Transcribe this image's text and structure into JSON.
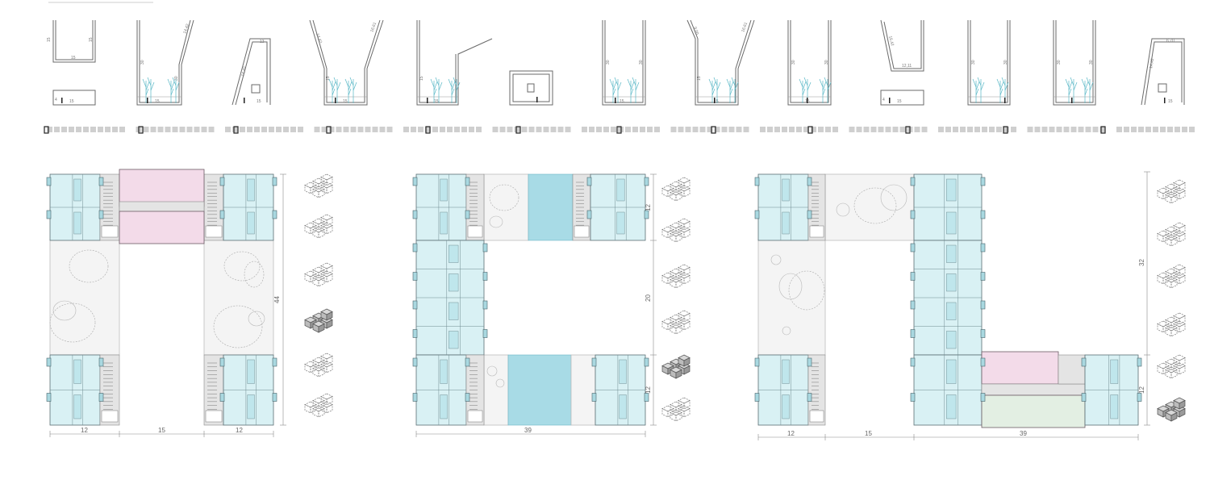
{
  "sections": {
    "labels": [
      [
        "15",
        "15",
        "15",
        "4",
        "15"
      ],
      [
        "30",
        "14,42",
        "15",
        "30"
      ],
      [
        "13",
        "14,42",
        "15"
      ],
      [
        "14,42",
        "16,61",
        "15",
        "15"
      ],
      [
        "15",
        "15"
      ],
      [],
      [
        "30",
        "30",
        "15"
      ],
      [
        "9,00",
        "16,61",
        "15",
        "15"
      ],
      [
        "30",
        "30",
        "15"
      ],
      [
        "16,42",
        "12,11",
        "15",
        "4"
      ],
      [
        "30",
        "30"
      ],
      [
        "30",
        "30"
      ],
      [
        "6,70",
        "14,42",
        "15"
      ]
    ]
  },
  "plans": [
    {
      "dims_bottom": [
        "12",
        "15",
        "12"
      ],
      "dims_right": [
        "44"
      ]
    },
    {
      "dims_bottom": [
        "39"
      ],
      "dims_right": [
        "12",
        "20",
        "12"
      ]
    },
    {
      "dims_bottom": [
        "12",
        "15",
        "39"
      ],
      "dims_right": [
        "32",
        "12"
      ]
    }
  ],
  "colors": {
    "apartment": "#d9f1f4",
    "commercial": "#f3dbe9",
    "pool": "#a8dbe6",
    "courtyard": "#f4f4f4",
    "plants": "#58b7c6"
  }
}
